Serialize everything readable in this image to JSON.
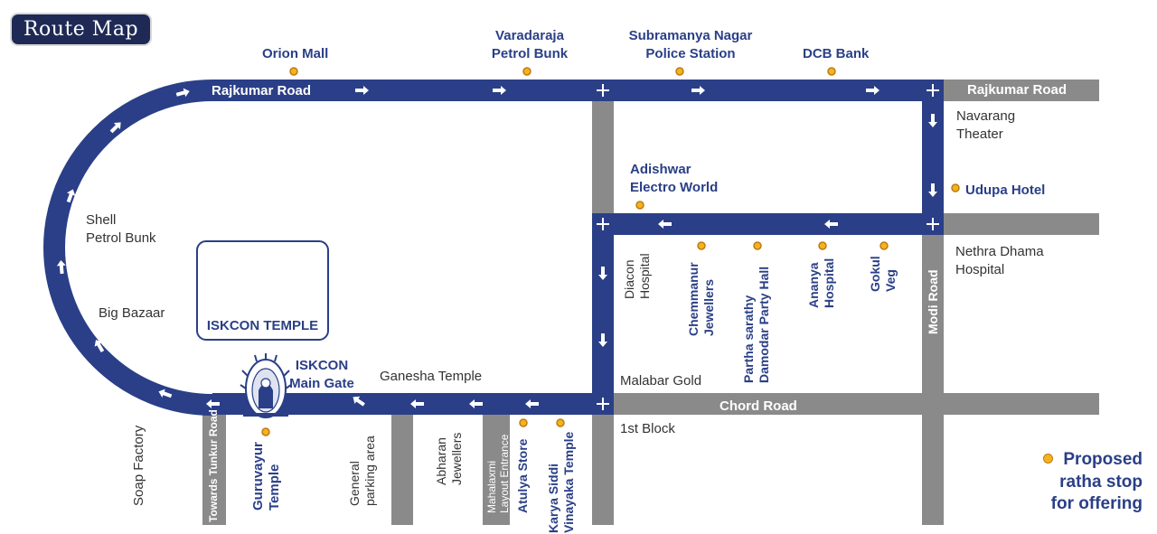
{
  "title": "Route Map",
  "roads": {
    "rajkumar_top": "Rajkumar Road",
    "rajkumar_right": "Rajkumar Road",
    "chord": "Chord Road",
    "modi": "Modi Road",
    "towards_tunkur": "Towards Tunkur Road"
  },
  "places": {
    "orion_mall": "Orion Mall",
    "varadaraja_1": "Varadaraja",
    "varadaraja_2": "Petrol Bunk",
    "subramanya_1": "Subramanya Nagar",
    "subramanya_2": "Police Station",
    "dcb_bank": "DCB Bank",
    "navarang_1": "Navarang",
    "navarang_2": "Theater",
    "udupa_hotel": "Udupa Hotel",
    "adishwar_1": "Adishwar",
    "adishwar_2": "Electro World",
    "nethra_1": "Nethra Dhama",
    "nethra_2": "Hospital",
    "shell_1": "Shell",
    "shell_2": "Petrol Bunk",
    "big_bazaar": "Big Bazaar",
    "iskcon_temple": "ISKCON TEMPLE",
    "iskcon_gate_1": "ISKCON",
    "iskcon_gate_2": "Main Gate",
    "ganesha_temple": "Ganesha Temple",
    "malabar_gold": "Malabar Gold",
    "first_block": "1st Block",
    "soap_factory": "Soap Factory",
    "guruvayur_1": "Guruvayur",
    "guruvayur_2": "Temple",
    "general_1": "General",
    "general_2": "parking area",
    "abharan_1": "Abharan",
    "abharan_2": "Jewellers",
    "mahalaxmi_1": "Mahalaxmi",
    "mahalaxmi_2": "Layout Entrance",
    "atulya_store": "Atulya Store",
    "karya_1": "Karya Siddi",
    "karya_2": "Vinayaka Temple",
    "diacon_1": "Diacon",
    "diacon_2": "Hospital",
    "chemmanur_1": "Chemmanur",
    "chemmanur_2": "Jewellers",
    "partha_1": "Partha sarathy",
    "partha_2": "Damodar Party Hall",
    "ananya_1": "Ananya",
    "ananya_2": "Hospital",
    "gokul_1": "Gokul",
    "gokul_2": "Veg"
  },
  "legend": {
    "line1": "Proposed",
    "line2": "ratha stop",
    "line3": "for offering"
  },
  "colors": {
    "route": "#2a3f87",
    "road": "#8a8a8a",
    "stop": "#f2b41c",
    "title_bg": "#1e2a55"
  },
  "icons": {
    "direction": "arrow-icon",
    "junction": "plus-icon",
    "stop": "stop-dot-icon",
    "temple": "temple-icon"
  }
}
